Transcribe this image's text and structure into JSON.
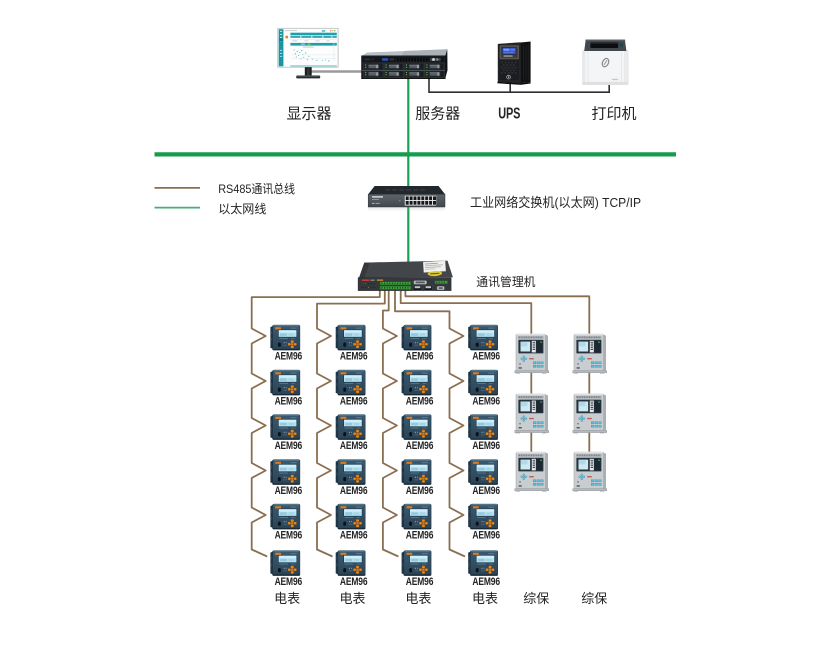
{
  "colors": {
    "rs485_line": "#8A6E50",
    "ethernet_line": "#179C4E",
    "ethernet_legend_line": "#46AE78",
    "black_line": "#2F2F31",
    "gray_line": "#9A9A9A",
    "label_text": "#232426"
  },
  "top_devices": [
    {
      "id": "monitor",
      "label": "显示器"
    },
    {
      "id": "server",
      "label": "服务器"
    },
    {
      "id": "ups",
      "label": "UPS"
    },
    {
      "id": "printer",
      "label": "打印机"
    }
  ],
  "legend": {
    "items": [
      {
        "id": "rs485",
        "label": "RS485通讯总线",
        "color": "#8A6E50"
      },
      {
        "id": "ethernet",
        "label": "以太网线",
        "color": "#46AE78"
      }
    ]
  },
  "network": {
    "switch_label": "工业网络交换机(以太网) TCP/IP",
    "gateway_label": "通讯管理机"
  },
  "meter_columns": [
    {
      "model": "AEM96",
      "count": 6,
      "category": "电表"
    },
    {
      "model": "AEM96",
      "count": 6,
      "category": "电表"
    },
    {
      "model": "AEM96",
      "count": 6,
      "category": "电表"
    },
    {
      "model": "AEM96",
      "count": 6,
      "category": "电表"
    }
  ],
  "relay_columns": [
    {
      "count": 3,
      "category": "综保"
    },
    {
      "count": 3,
      "category": "综保"
    }
  ]
}
